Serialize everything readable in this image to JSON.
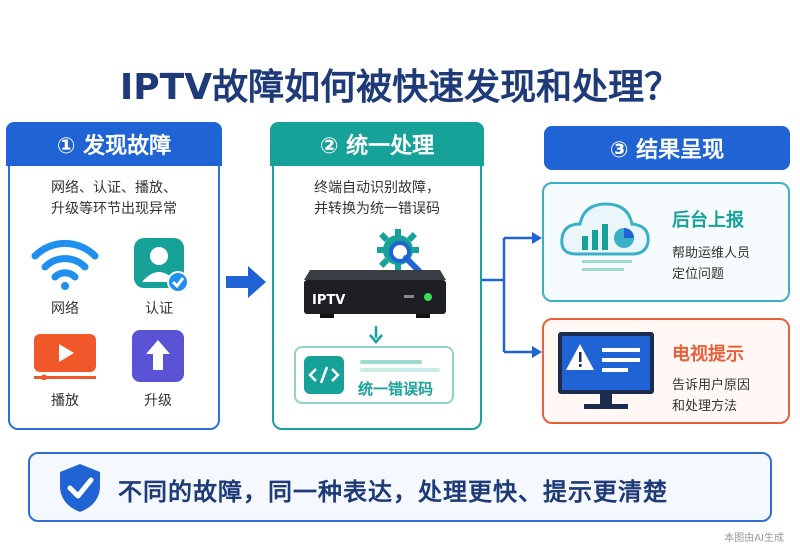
{
  "title": "IPTV故障如何被快速发现和处理？",
  "step1": {
    "header": "① 发现故障",
    "desc_line1": "网络、认证、播放、",
    "desc_line2": "升级等环节出现异常",
    "icons": [
      {
        "label": "网络",
        "icon": "wifi-icon"
      },
      {
        "label": "认证",
        "icon": "user-verified-icon"
      },
      {
        "label": "播放",
        "icon": "play-icon"
      },
      {
        "label": "升级",
        "icon": "upgrade-icon"
      }
    ]
  },
  "step2": {
    "header": "② 统一处理",
    "desc_line1": "终端自动识别故障，",
    "desc_line2": "并转换为统一错误码",
    "device_label": "IPTV",
    "code_label": "统一错误码"
  },
  "step3": {
    "header": "③ 结果呈现",
    "backend": {
      "title": "后台上报",
      "line1": "帮助运维人员",
      "line2": "定位问题"
    },
    "tv": {
      "title": "电视提示",
      "line1": "告诉用户原因",
      "line2": "和处理方法"
    }
  },
  "footer": {
    "text": "不同的故障，同一种表达，处理更快、提示更清楚"
  },
  "watermark": "本图由AI生成",
  "colors": {
    "primary": "#1f63d4",
    "teal": "#16a199",
    "orange": "#e8603a",
    "navy": "#1e3a78"
  }
}
